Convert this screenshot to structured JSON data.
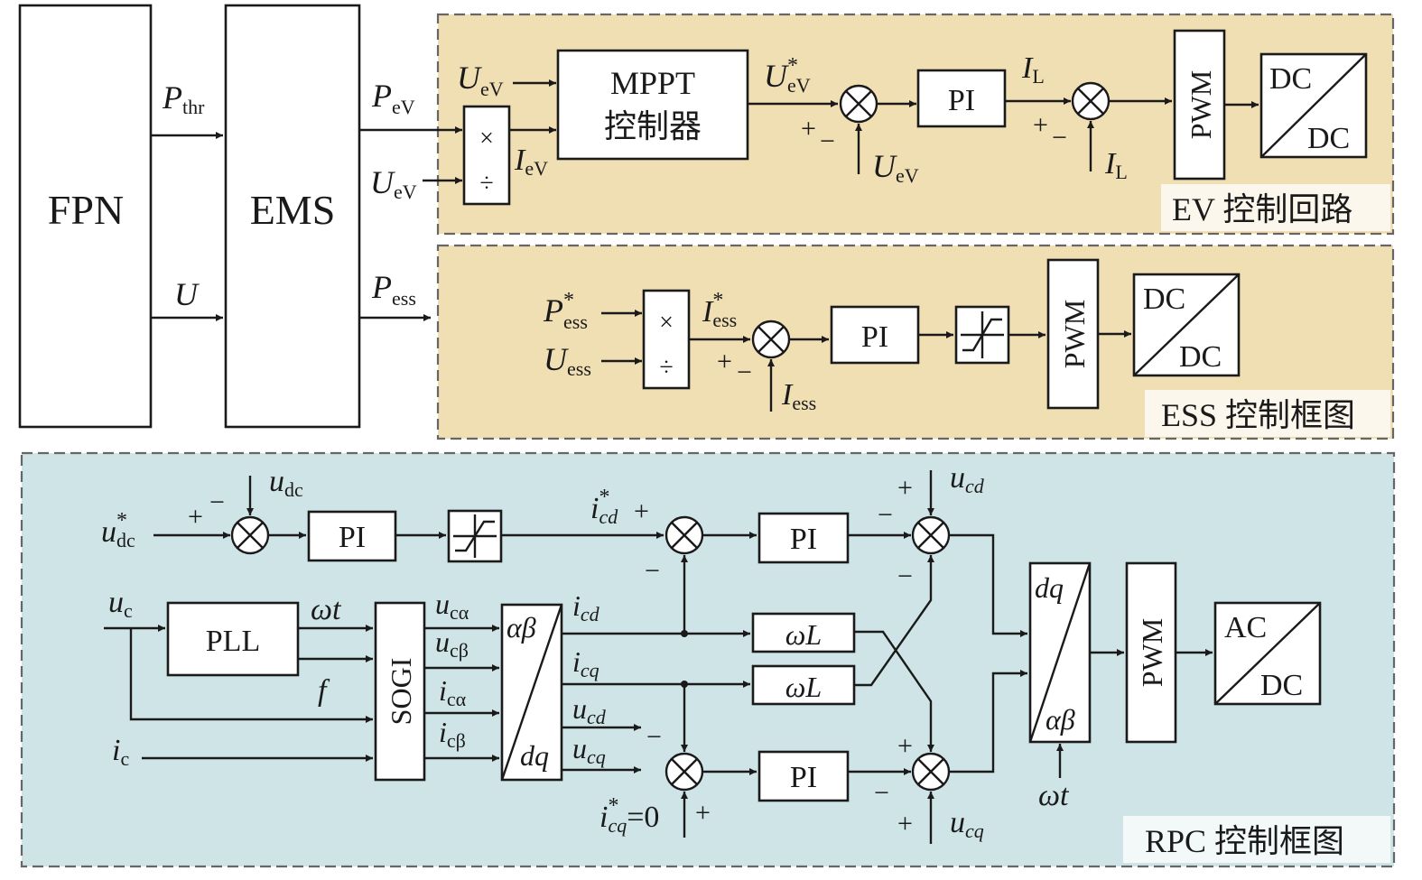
{
  "colors": {
    "panel_ev": "#f1dfb4",
    "panel_ess": "#f1dfb4",
    "panel_rpc": "#cfe4e6",
    "line": "#1a1a1a"
  },
  "blocks": {
    "fpn": "FPN",
    "ems": "EMS",
    "pi": "PI",
    "pwm": "PWM",
    "pll": "PLL",
    "sogi": "SOGI",
    "mppt_1": "MPPT",
    "mppt_2": "控制器",
    "dc": "DC",
    "ac": "AC",
    "omega_l": "ωL",
    "alpha_beta": "αβ",
    "dq": "dq",
    "mult": "×",
    "div": "÷"
  },
  "symbols": {
    "plus": "+",
    "minus": "−",
    "star": "*"
  },
  "signals": {
    "P": "P",
    "U": "U",
    "I": "I",
    "u": "u",
    "i": "i",
    "f": "f",
    "omega_t": "ωt",
    "sub_thr": "thr",
    "sub_ev": "eV",
    "sub_ess": "ess",
    "sub_L": "L",
    "sub_dc": "dc",
    "sub_c": "c",
    "sub_ca": "cα",
    "sub_cb": "cβ",
    "sub_cd": "cd",
    "sub_cq": "cq",
    "zero": "=0"
  },
  "panels": {
    "ev_title": "EV 控制回路",
    "ess_title": "ESS 控制框图",
    "rpc_title": "RPC 控制框图"
  }
}
